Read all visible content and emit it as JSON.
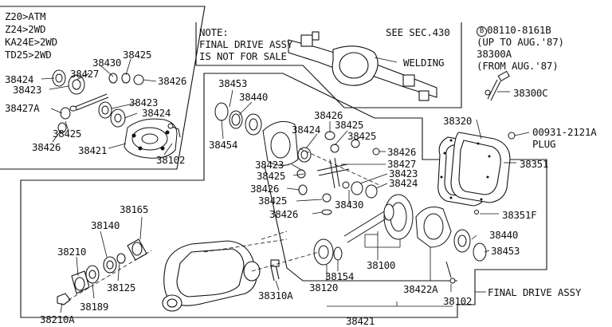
{
  "inset_upper_left": {
    "lines": [
      "Z20>ATM",
      "Z24>2WD",
      "KA24E>2WD",
      "TD25>2WD"
    ]
  },
  "note_box": {
    "lines": [
      "NOTE:",
      "FINAL DRIVE ASSY",
      "IS NOT FOR SALE"
    ],
    "see_section": "SEE SEC.430",
    "welding": "WELDING"
  },
  "top_right_note": {
    "bolt_code": "08110-8161B",
    "bolt_prefix_symbol": "B",
    "until": "(UP TO AUG.'87)",
    "part": "38300A",
    "from": "(FROM AUG.'87)"
  },
  "plug": {
    "code": "00931-2121A",
    "label": "PLUG"
  },
  "assembly_label": "FINAL DRIVE ASSY",
  "part_numbers": {
    "p38425_a": "38425",
    "p38430_a": "38430",
    "p38427_a": "38427",
    "p38424_a": "38424",
    "p38426_a": "38426",
    "p38423_a": "38423",
    "p38427a": "38427A",
    "p38423_b": "38423",
    "p38424_b": "38424",
    "p38425_b": "38425",
    "p38426_b": "38426",
    "p38421_a": "38421",
    "p38102_a": "38102",
    "p38453_a": "38453",
    "p38440_a": "38440",
    "p38454": "38454",
    "p38426_c": "38426",
    "p38424_c": "38424",
    "p38425_c": "38425",
    "p38425_d": "38425",
    "p38426_d": "38426",
    "p38423_c": "38423",
    "p38427_b": "38427",
    "p38425_e": "38425",
    "p38423_d": "38423",
    "p38424_d": "38424",
    "p38426_e": "38426",
    "p38425_f": "38425",
    "p38430_b": "38430",
    "p38426_f": "38426",
    "p38300c": "38300C",
    "p38320": "38320",
    "p38351": "38351",
    "p38351f": "38351F",
    "p38165": "38165",
    "p38140": "38140",
    "p38210": "38210",
    "p38125": "38125",
    "p38189": "38189",
    "p38210a": "38210A",
    "p38310a": "38310A",
    "p38120": "38120",
    "p38154": "38154",
    "p38100": "38100",
    "p38440_b": "38440",
    "p38453_b": "38453",
    "p38422a": "38422A",
    "p38102_b": "38102",
    "p38421_b": "38421"
  }
}
